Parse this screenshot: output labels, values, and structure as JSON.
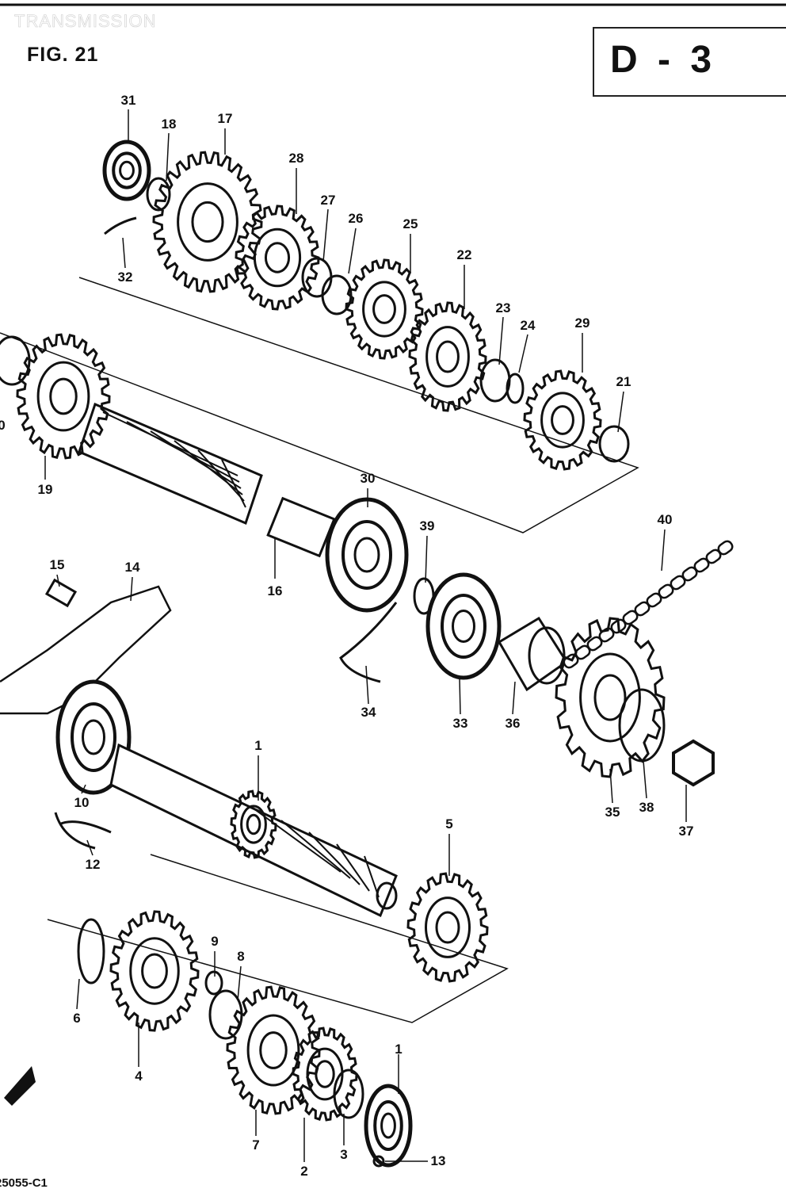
{
  "header": {
    "section_title": "TRANSMISSION",
    "figure": "FIG. 21",
    "page_code": "D - 3"
  },
  "footer": {
    "diagram_code": "25055-C1"
  },
  "part_labels": [
    "31",
    "18",
    "17",
    "28",
    "27",
    "26",
    "25",
    "22",
    "23",
    "24",
    "29",
    "21",
    "32",
    "19",
    "0",
    "30",
    "39",
    "16",
    "40",
    "15",
    "14",
    "34",
    "33",
    "36",
    "35",
    "38",
    "37",
    "10",
    "1",
    "12",
    "5",
    "9",
    "8",
    "6",
    "4",
    "1",
    "7",
    "2",
    "3",
    "13"
  ]
}
